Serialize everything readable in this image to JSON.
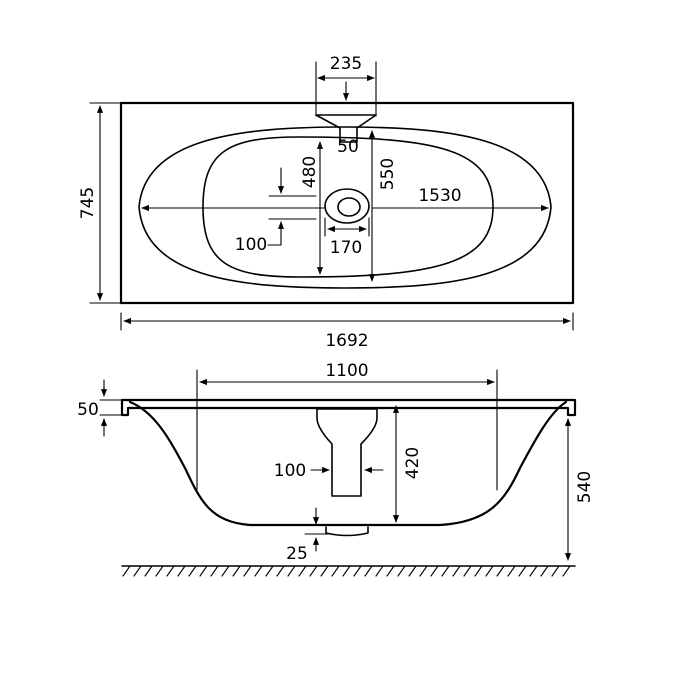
{
  "top_view": {
    "overall_width": "1692",
    "overall_depth": "745",
    "tap_deck_width": "235",
    "tap_deck_depth": "50",
    "inner_depth_a": "480",
    "inner_depth_b": "550",
    "inner_length": "1530",
    "waste_offset": "100",
    "waste_width": "170"
  },
  "side_view": {
    "floor_length": "1100",
    "rim_thickness": "50",
    "backrest_offset": "100",
    "bath_depth": "420",
    "overall_height": "540",
    "waste_height": "25"
  }
}
